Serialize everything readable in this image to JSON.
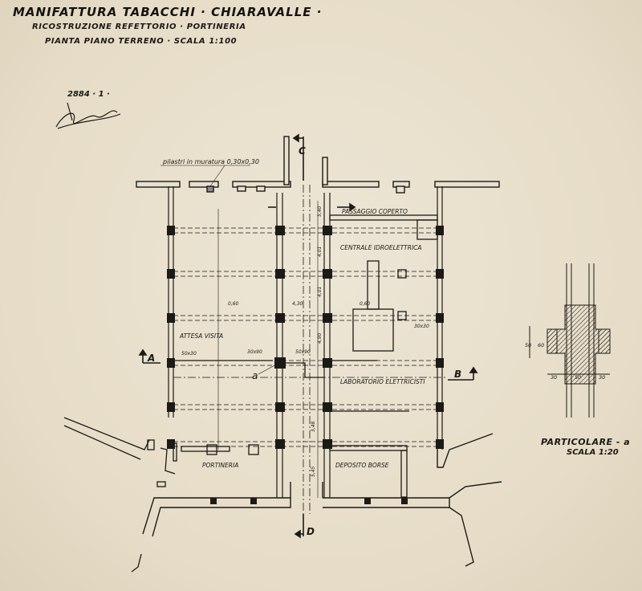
{
  "header": {
    "title": "MANIFATTURA TABACCHI · CHIARAVALLE ·",
    "subtitle": "RICOSTRUZIONE REFETTORIO · PORTINERIA",
    "plan_line": "PIANTA   PIANO TERRENO ·   SCALA 1:100",
    "ref_number": "2884 · 1 ·"
  },
  "plan_labels": {
    "pilastri": "pilastri in muratura 0,30x0,30",
    "passaggio": "PASSAGGIO COPERTO",
    "centrale": "CENTRALE IDROELETTRICA",
    "attesa": "ATTESA VISITA",
    "laboratorio": "LABORATORIO ELETTRICISTI",
    "portineria": "PORTINERIA",
    "deposito": "DEPOSITO BORSE",
    "point_a": "a"
  },
  "section_markers": {
    "a_left": "A",
    "b_right": "B",
    "c_top": "C",
    "d_bottom": "D"
  },
  "dimensions": {
    "d1": "5,40",
    "d2": "4,01",
    "d3": "4,01",
    "d4": "4,30",
    "d5": "4,90",
    "d6": "3,48",
    "d7": "5,45",
    "s1": "50x30",
    "s2": "30x90",
    "s3": "50x90",
    "s4": "30x30",
    "s5": "0,60",
    "s6": "0,60"
  },
  "detail": {
    "title": "PARTICOLARE - a",
    "scale": "SCALA 1:20",
    "dim_left_top": "50",
    "dim_left_mid": "60",
    "dim_bottom_left": "30",
    "dim_bottom_mid": "50",
    "dim_bottom_right": "30"
  },
  "colors": {
    "paper": "#e9e1cf",
    "ink": "#1c1a16"
  }
}
